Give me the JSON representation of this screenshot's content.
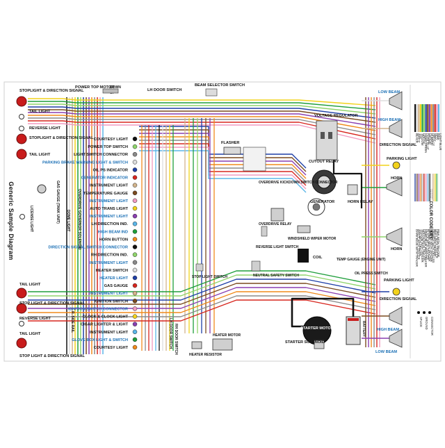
{
  "diagram": {
    "title": "Generic Sample Diagram",
    "left_labels": [
      "STOPLIGHT & DIRECTION SIGNAL",
      "TAIL LIGHT",
      "REVERSE LIGHT",
      "STOPLIGHT & DIRECTION SIGNAL",
      "TAIL LIGHT",
      "GAS GAUGE (TANK UNIT)",
      "LICENSE LIGHT",
      "TAIL LIGHT",
      "STOP LIGHT & DIRECTION SIGNAL",
      "REVERSE LIGHT",
      "TAIL LIGHT",
      "STOP LIGHT & DIRECTION SIGNAL"
    ],
    "top_labels": {
      "power_top_motor": "POWER TOP MOTOR",
      "down": "DOWN",
      "up": "UP",
      "lh_door_switch": "LH DOOR SWITCH",
      "beam_selector_switch": "BEAM SELECTOR SWITCH"
    },
    "dash_labels": [
      {
        "text": "COURTESY LIGHT",
        "color": "black"
      },
      {
        "text": "POWER TOP SWITCH",
        "color": "black"
      },
      {
        "text": "LIGHT SWITCH CONNECTOR",
        "color": "black"
      },
      {
        "text": "PARKING BRAKE WARNING LIGHT & SWITCH",
        "color": "blue"
      },
      {
        "text": "OIL PS INDICATOR",
        "color": "black"
      },
      {
        "text": "GENERATOR INDICATOR",
        "color": "blue"
      },
      {
        "text": "INSTRUMENT LIGHT",
        "color": "black"
      },
      {
        "text": "TEMPERATURE GAUGE",
        "color": "black"
      },
      {
        "text": "INSTRUMENT LIGHT",
        "color": "blue"
      },
      {
        "text": "AUTO TRANS LIGHT",
        "color": "black"
      },
      {
        "text": "INSTRUMENT LIGHT",
        "color": "blue"
      },
      {
        "text": "LH DIRECTION IND.",
        "color": "black"
      },
      {
        "text": "HIGH BEAM IND",
        "color": "blue"
      },
      {
        "text": "HORN BUTTON",
        "color": "black"
      },
      {
        "text": "DIRECTION SIGNAL SWITCH CONNECTOR",
        "color": "blue"
      },
      {
        "text": "RH DIRECTION IND.",
        "color": "black"
      },
      {
        "text": "INSTRUMENT LIGHT",
        "color": "blue"
      },
      {
        "text": "HEATER SWITCH",
        "color": "black"
      },
      {
        "text": "HEATER LIGHT",
        "color": "blue"
      },
      {
        "text": "GAS GAUGE",
        "color": "black"
      },
      {
        "text": "INSTRUMENT LIGHT",
        "color": "blue"
      },
      {
        "text": "IGNITION SWITCH",
        "color": "black"
      },
      {
        "text": "IGNITION SWITCH CONNECTOR",
        "color": "blue"
      },
      {
        "text": "CLOCK & CLOCK LIGHT",
        "color": "black"
      },
      {
        "text": "CIGAR LIGHTER & LIGHT",
        "color": "black"
      },
      {
        "text": "INSTRUMENT LIGHT",
        "color": "black"
      },
      {
        "text": "GLOVE BOX LIGHT & SWITCH",
        "color": "blue"
      },
      {
        "text": "COURTESY LIGHT",
        "color": "black"
      }
    ],
    "engine_labels": {
      "voltage_regulator": "VOLTAGE REGULATOR",
      "cutout_relay": "CUTOUT RELAY",
      "generator": "GENERATOR",
      "horn_relay": "HORN RELAY",
      "flasher": "FLASHER",
      "overdrive_kickdown": "OVERDRIVE KICKDOWN SWITCH CONNECTOR",
      "overdrive_relay": "OVERDRIVE RELAY",
      "windshield_wiper_motor": "WINDSHIELD WIPER MOTOR",
      "reverse_light_switch": "REVERSE LIGHT SWITCH",
      "neutral_safety_switch": "NEUTRAL SAFETY SWITCH",
      "stop_light_switch": "STOP LIGHT SWITCH",
      "coil": "COIL",
      "temp_gauge_engine_unit": "TEMP GAUGE (ENGINE UNIT)",
      "oil_press_switch": "OIL PRESS SWITCH",
      "starter_motor": "STARTER MOTOR",
      "starter_solenoid": "STARTER SOLENOID",
      "battery": "BATTERY",
      "heater_motor": "HEATER MOTOR",
      "heater_resistor": "HEATER RESISTOR",
      "rh_door_switch": "RH DOOR SWITCH",
      "lh_door_switch_vertical": "LH DOOR SWITCH",
      "overdrive_governor": "OVERDRIVE GOVERNOR SOLENOID",
      "dome_light": "DOME LIGHT",
      "rh_side_rail": "R. SIDE RAIL"
    },
    "right_labels": {
      "low_beam_top": "LOW BEAM",
      "high_beam_top": "HIGH BEAM",
      "direction_signal_top": "DIRECTION SIGNAL",
      "parking_light_top": "PARKING LIGHT",
      "horn_top": "HORN",
      "horn_bottom": "HORN",
      "parking_light_bottom": "PARKING LIGHT",
      "direction_signal_bottom": "DIRECTION SIGNAL",
      "high_beam_bottom": "HIGH BEAM",
      "low_beam_bottom": "LOW BEAM"
    },
    "wire_color_key": {
      "heading": "WIRE COLOR CODE KEY",
      "colors": [
        {
          "name": "BLACK",
          "hex": "#111111"
        },
        {
          "name": "WHITE",
          "hex": "#dddddd"
        },
        {
          "name": "TAN",
          "hex": "#d2b48c"
        },
        {
          "name": "YELLOW",
          "hex": "#f2d21b"
        },
        {
          "name": "GREEN",
          "hex": "#1e9e3a"
        },
        {
          "name": "LIGHT GREEN",
          "hex": "#8fd46b"
        },
        {
          "name": "DARK BLUE",
          "hex": "#1f3fa6"
        },
        {
          "name": "BROWN",
          "hex": "#7a4a1f"
        },
        {
          "name": "PURPLE",
          "hex": "#8a3fb0"
        },
        {
          "name": "ORANGE",
          "hex": "#f08a1c"
        },
        {
          "name": "GRAY",
          "hex": "#8a8a8a"
        },
        {
          "name": "RED",
          "hex": "#d7261e"
        },
        {
          "name": "PINK",
          "hex": "#f19ac0"
        },
        {
          "name": "LIGHT BLUE",
          "hex": "#5bb6e8"
        }
      ],
      "tracers": [
        "DARK BLUE WITH TRACER",
        "WHITE WITH TRACER",
        "TAN WITH TRACER",
        "YELLOW WITH TRACER",
        "GREEN WITH TRACER",
        "LIGHT BLUE WITH TRACER",
        "BLACK WITH TRACER",
        "BROWN WITH TRACER",
        "PURPLE WITH TRACER",
        "ORANGE WITH TRACER",
        "RED WITH TRACER",
        "GRAY WITH TRACER",
        "PINK WITH TRACER"
      ],
      "bottom_items": [
        "SPLICE",
        "GROUND",
        "CONNECTOR"
      ]
    }
  }
}
